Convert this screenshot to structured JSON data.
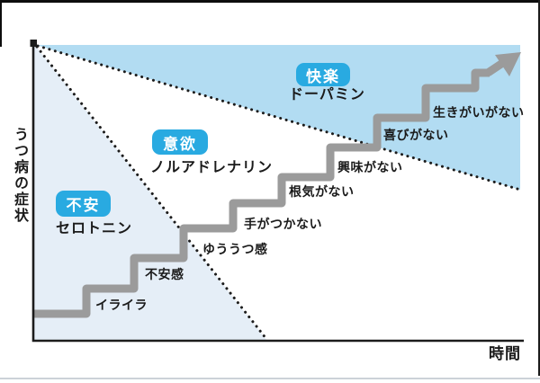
{
  "axes": {
    "y_label": "うつ病の症状",
    "x_label": "時間"
  },
  "regions": [
    {
      "id": "anxiety",
      "badge": "不安",
      "hormone": "セロトニン"
    },
    {
      "id": "motivation",
      "badge": "意欲",
      "hormone": "ノルアドレナリン"
    },
    {
      "id": "pleasure",
      "badge": "快楽",
      "hormone": "ドーパミン"
    }
  ],
  "steps": [
    {
      "label": "イライラ"
    },
    {
      "label": "不安感"
    },
    {
      "label": "ゆううつ感"
    },
    {
      "label": "手がつかない"
    },
    {
      "label": "根気がない"
    },
    {
      "label": "興味がない"
    },
    {
      "label": "喜びがない"
    },
    {
      "label": "生きがいがない"
    }
  ],
  "colors": {
    "badge_blue": "#29aae1",
    "region_top_blue": "#b2dcf2",
    "region_left_blue": "#e5eef7",
    "stair_gray": "#9b9b9b",
    "line_black": "#1c1c1c",
    "text_black": "#1a1a1a"
  }
}
